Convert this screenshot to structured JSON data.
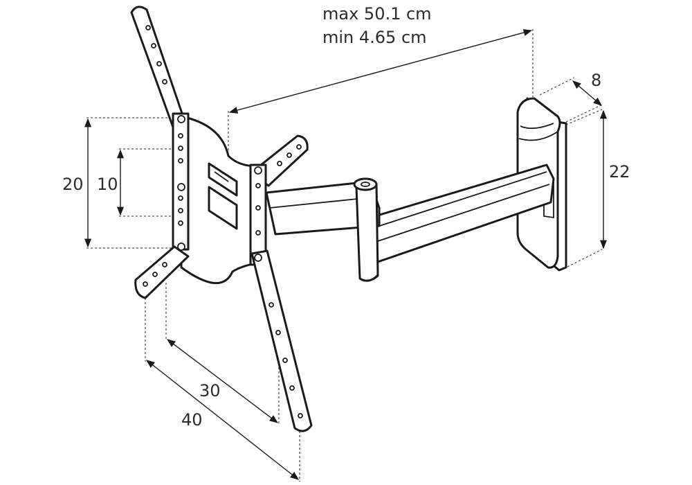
{
  "dimensions": {
    "arm_max": "max 50.1 cm",
    "arm_min": "min 4.65 cm",
    "depth": "8",
    "plate_height": "22",
    "vesa_vertical_outer": "20",
    "vesa_vertical_inner": "10",
    "vesa_horizontal_inner": "30",
    "vesa_horizontal_outer": "40"
  },
  "colors": {
    "line": "#1a1a1a",
    "text": "#2b2b2b",
    "background": "#ffffff"
  }
}
